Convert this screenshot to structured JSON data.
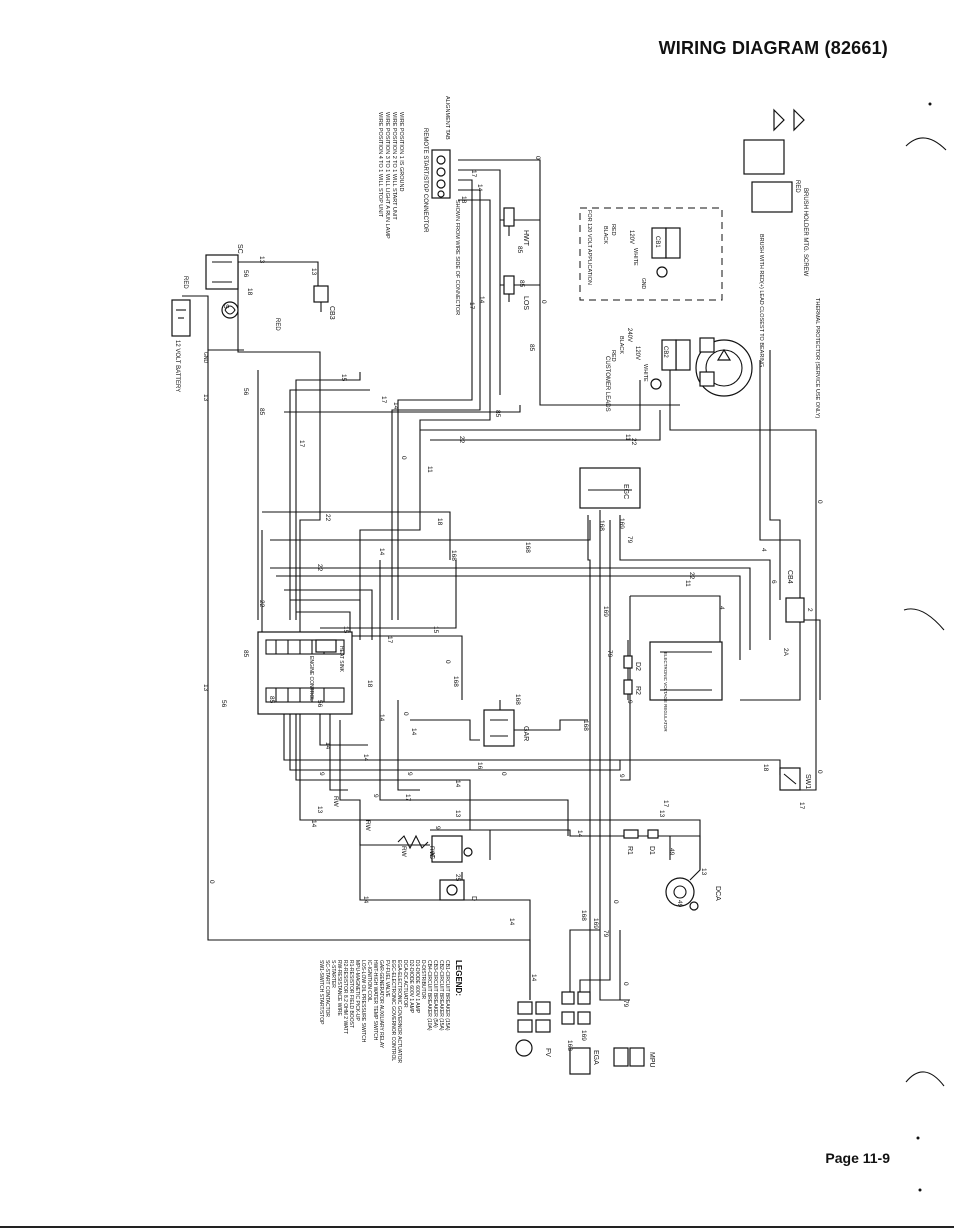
{
  "header": {
    "title": "WIRING DIAGRAM (82661)"
  },
  "footer": {
    "page": "Page 11-9"
  },
  "notes": {
    "alignment": "ALIGNMENT TAB",
    "remote": "REMOTE START/STOP CONNECTOR",
    "shown_from": "SHOWN FROM WIRE SIDE OF CONNECTOR",
    "wire_lines": [
      "WIRE POSITION 1 IS GROUND",
      "WIRE POSITION 2 TO 1 WILL START UNIT",
      "WIRE POSITION 3 TO 1 WILL LIGHT A RUN LAMP",
      "WIRE POSITION 4 TO 1 WILL STOP UNIT"
    ]
  },
  "labels": {
    "brush": "BRUSH WITH RED(+) LEAD CLOSEST TO BEARING",
    "brush_holder": "BRUSH HOLDER MTG. SCREW",
    "thermal": "THERMAL PROTECTOR (SERVICE USE ONLY)",
    "app120": "FOR 120 VOLT APPLICATION",
    "customer": "CUSTOMER LEADS",
    "battery": "12 VOLT BATTERY",
    "red": "RED",
    "black": "BLACK",
    "white": "WHITE",
    "heat_sink": "HEAT SINK",
    "engine_control": "ENGINE CONTROL",
    "electronic_governor": "ELECTRONIC VOLTAGE REGULATOR"
  },
  "components": {
    "sc": "SC",
    "s": "S",
    "cb3": "CB3",
    "hwt": "HWT",
    "los": "LOS",
    "egc": "EGC",
    "gar": "GAR",
    "cb4": "CB4",
    "cb1": "CB1",
    "cb2": "CB2",
    "ic": "IC",
    "d": "D",
    "d1": "D1",
    "d2": "D2",
    "r1": "R1",
    "r2": "R2",
    "dca": "DCA",
    "fv": "FV",
    "ega": "EGA",
    "mpu": "MPU",
    "sw1": "SW1",
    "gnd": "GND",
    "v120": "120V",
    "v240": "240V"
  },
  "legend": {
    "title": "LEGEND:",
    "entries": [
      "CB1-CIRCUIT BREAKER (15A)",
      "CB2-CIRCUIT BREAKER (15A)",
      "CB3-CIRCUIT BREAKER (5A)",
      "CB4-CIRCUIT BREAKER (10A)",
      "D-DISTRIBUTOR",
      "D1-DIODE 600V 1 AMP",
      "D2-DIODE 600V 1 AMP",
      "DCA-DC ACTUATOR",
      "EGA-ELECTRONIC GOVERNOR ACTUATOR",
      "EGC-ELECTRONIC GOVERNOR CONTROL",
      "FV-FUEL VALVE",
      "GAR-GENERATOR AUXILIARY RELAY",
      "HWT-HIGH WATER TEMP SWITCH",
      "IC-IGNITION COIL",
      "LOS-LOW OIL PRESSURE SWITCH",
      "MPU-MAGNETIC PICK-UP",
      "R1-RESISTOR FIELD BOOST",
      "R2-RESISTOR 8.2 OHM 2 WATT",
      "RW-RESISTANCE WIRE",
      "S-STARTER",
      "SC-START CONTACTOR",
      "SW1-SWITCH START/STOP"
    ]
  },
  "wire_numbers": {
    "w0": "0",
    "w2": "2",
    "w2a": "2A",
    "w4": "4",
    "w6": "6",
    "w9": "9",
    "w11": "11",
    "w13": "13",
    "w14": "14",
    "w15": "15",
    "w16": "16",
    "w17": "17",
    "w18": "18",
    "w22": "22",
    "w25": "25",
    "w49": "49",
    "w56": "56",
    "w79": "79",
    "w85": "85",
    "w168": "168",
    "w169": "169",
    "rw": "RW"
  }
}
